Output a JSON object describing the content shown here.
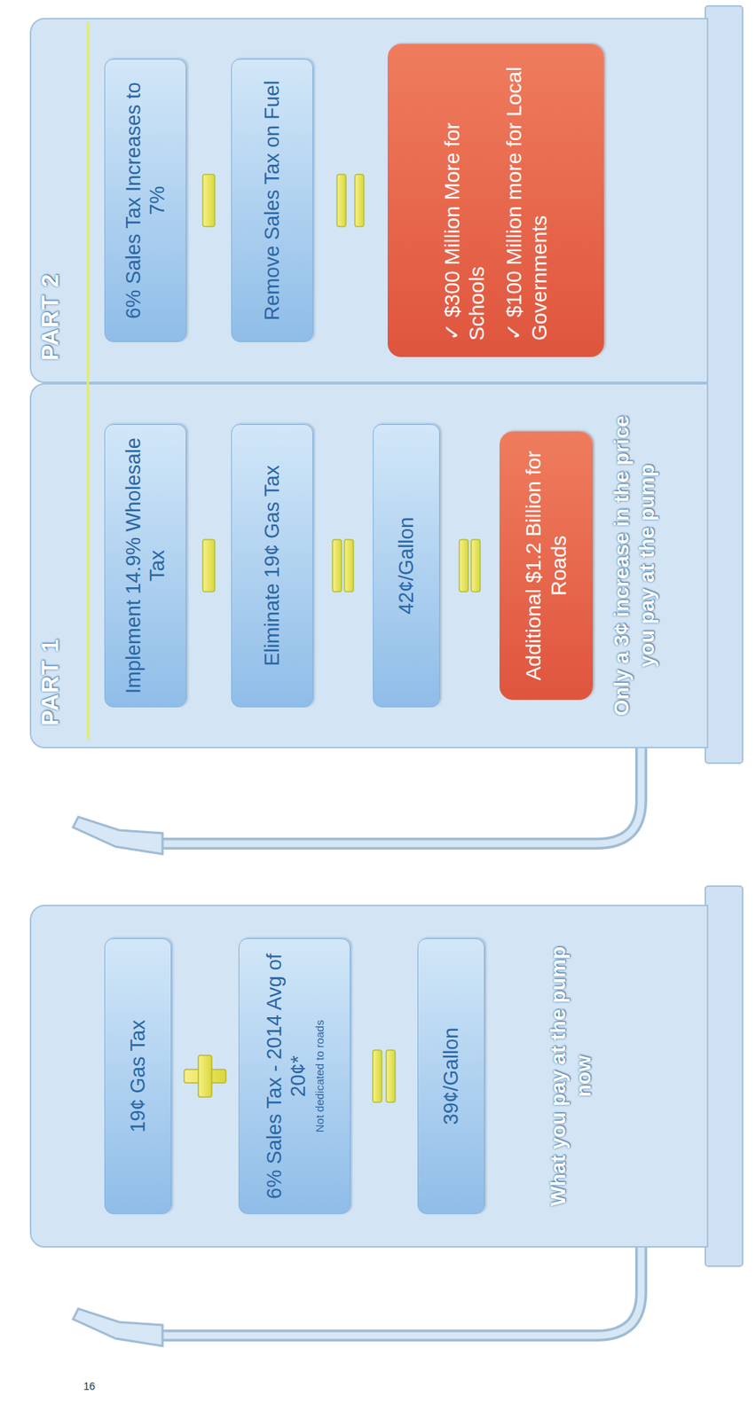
{
  "diagram": {
    "nodes": [
      {
        "text": [
          "What you pay at the pump now"
        ]
      },
      {
        "text": [
          "19¢ Gas Tax"
        ],
        "in": 0
      },
      {
        "text": [
          "6% Sales Tax - 2014 Avg of 20¢*",
          "Not dedicated to roads"
        ],
        "in": 0
      },
      {
        "text": [
          "39¢/Gallon"
        ],
        "in": 0
      },
      {
        "text": [
          "PART 1",
          "Only a 3¢ increase in the price you pay at the pump"
        ]
      },
      {
        "text": [
          "Implement 14.9% Wholesale Tax"
        ],
        "in": 4
      },
      {
        "text": [
          "Eliminate 19¢ Gas Tax"
        ],
        "in": 4
      },
      {
        "text": [
          "42¢/Gallon"
        ],
        "in": 4
      },
      {
        "text": [
          "Additional $1.2 Billion for Roads"
        ],
        "in": 4
      },
      {
        "text": [
          "PART 2"
        ]
      },
      {
        "text": [
          "6% Sales Tax Increases to 7%"
        ],
        "in": 9
      },
      {
        "text": [
          "Remove Sales Tax on Fuel"
        ],
        "in": 9
      },
      {
        "text": [
          "✓ $300 Million More for Schools",
          "✓ $100 Million more for Local Governments"
        ],
        "in": 9
      }
    ],
    "labels": [
      "16"
    ]
  }
}
